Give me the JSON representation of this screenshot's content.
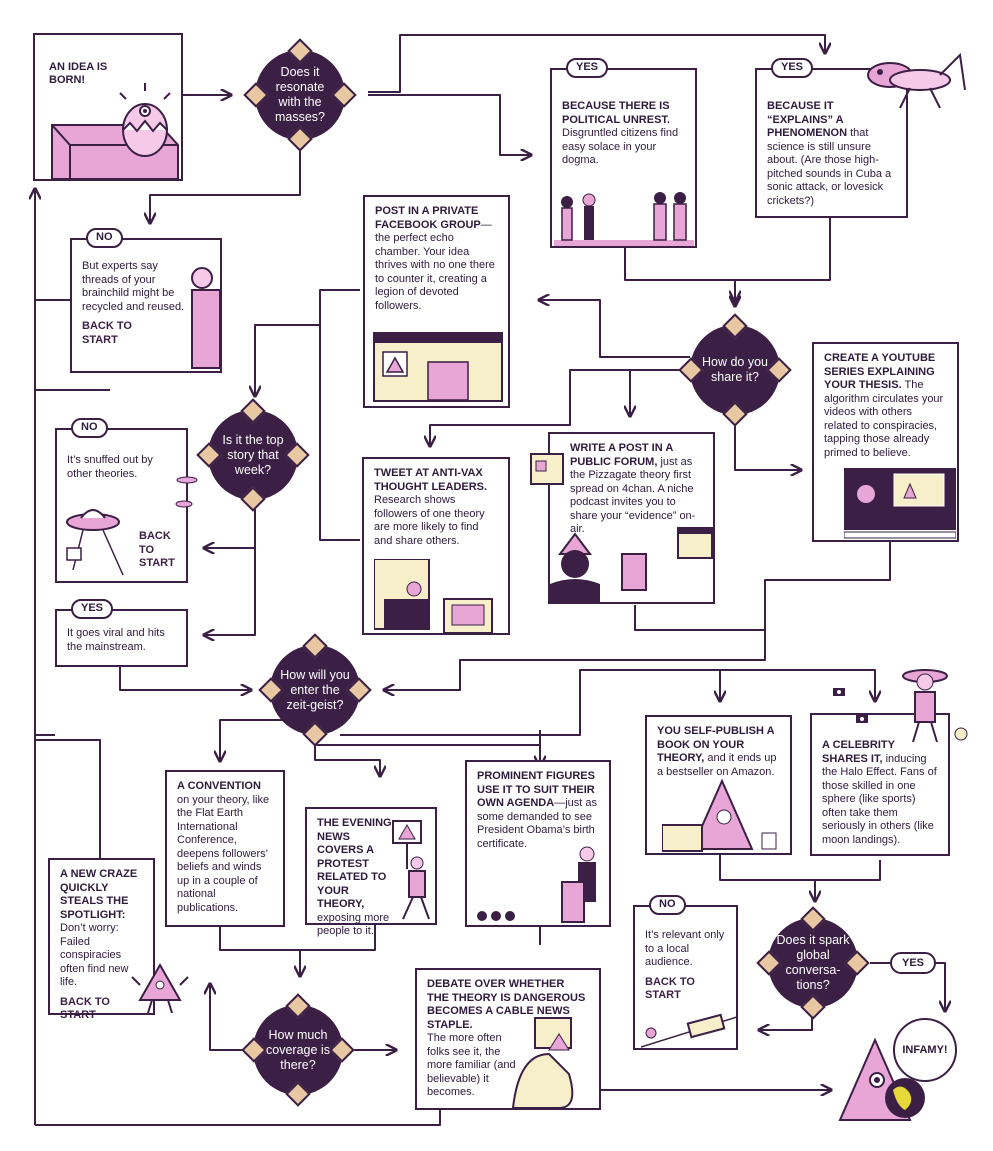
{
  "start": {
    "title": "AN IDEA IS BORN!"
  },
  "decisions": {
    "resonate": "Does it resonate with the masses?",
    "top_story": "Is it the top story that week?",
    "share": "How do you share it?",
    "zeitgeist": "How will you enter the zeit-geist?",
    "coverage": "How much coverage is there?",
    "global": "Does it spark global conversa-tions?"
  },
  "boxes": {
    "political": {
      "tag": "YES",
      "head": "BECAUSE THERE IS POLITICAL UNREST.",
      "text": "Disgruntled citizens find easy solace in your dogma."
    },
    "explains": {
      "tag": "YES",
      "head": "BECAUSE IT “EXPLAINS” A PHENOMENON",
      "text": "that science is still unsure about. (Are those high-pitched sounds in Cuba a sonic attack, or lovesick crickets?)"
    },
    "no_experts": {
      "tag": "NO",
      "text": "But experts say threads of your brainchild might be recycled and reused.",
      "back": "BACK TO START"
    },
    "facebook": {
      "head": "POST IN A PRIVATE FACEBOOK GROUP",
      "text": "—the perfect echo chamber. Your idea thrives with no one there to counter it, creating a legion of devoted followers."
    },
    "youtube": {
      "head": "CREATE A YOUTUBE SERIES EXPLAINING YOUR THESIS.",
      "text": "The algorithm circulates your videos with others related to conspiracies, tapping those already primed to believe."
    },
    "no_snuffed": {
      "tag": "NO",
      "text": "It’s snuffed out by other theories.",
      "back": "BACK TO START"
    },
    "tweet": {
      "head": "TWEET AT ANTI-VAX THOUGHT LEADERS.",
      "text": "Research shows followers of one theory are more likely to find and share others."
    },
    "forum": {
      "head": "WRITE A POST IN A PUBLIC FORUM,",
      "text": "just as the Pizzagate theory first spread on 4chan. A niche podcast invites you to share your “evidence” on-air."
    },
    "viral": {
      "tag": "YES",
      "text": "It goes viral and hits the mainstream."
    },
    "selfpublish": {
      "head": "YOU SELF-PUBLISH A BOOK ON YOUR THEORY,",
      "text": "and it ends up a bestseller on Amazon."
    },
    "celebrity": {
      "head": "A CELEBRITY SHARES IT,",
      "text": "inducing the Halo Effect. Fans of those skilled in one sphere (like sports) often take them seriously in others (like moon landings)."
    },
    "convention": {
      "head": "A CONVENTION",
      "text": "on your theory, like the Flat Earth International Conference, deepens followers’ beliefs and winds up in a couple of national publications."
    },
    "evening": {
      "head": "THE EVENING NEWS COVERS A PROTEST RELATED TO YOUR THEORY,",
      "text": "exposing more people to it."
    },
    "prominent": {
      "head": "PROMINENT FIGURES USE IT TO SUIT THEIR OWN AGENDA",
      "text": "—just as some demanded to see President Obama’s birth certificate."
    },
    "newcraze": {
      "head": "A NEW CRAZE QUICKLY STEALS THE SPOTLIGHT:",
      "text": "Don’t worry: Failed conspiracies often find new life.",
      "back": "BACK TO START"
    },
    "local": {
      "tag": "NO",
      "text": "It’s relevant only to a local audience.",
      "back": "BACK TO START"
    },
    "debate": {
      "head": "DEBATE OVER WHETHER THE THEORY IS DANGEROUS BECOMES A CABLE NEWS STAPLE.",
      "text": "The more often folks see it, the more familiar (and believable) it becomes."
    }
  },
  "global_yes": "YES",
  "end": "INFAMY!",
  "colors": {
    "ink": "#3b1f45",
    "pink": "#e8a6d6",
    "cream": "#f6efc9",
    "tan": "#e8c7a3"
  }
}
